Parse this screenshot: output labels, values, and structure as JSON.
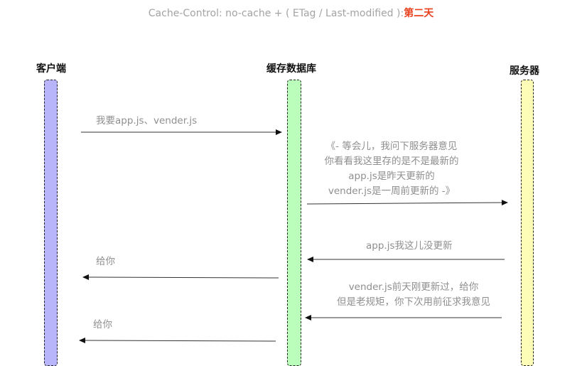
{
  "title": {
    "main": "Cache-Control: no-cache + ( ETag / Last-modified ):",
    "highlight": "第二天",
    "highlight_color": "#e8401c"
  },
  "actors": {
    "client": {
      "label": "客户端",
      "lane_color": "#b9b5fb"
    },
    "cache": {
      "label": "缓存数据库",
      "lane_color": "#bbfdbb"
    },
    "server": {
      "label": "服务器",
      "lane_color": "#fdfdb8"
    }
  },
  "messages": [
    {
      "id": "m1",
      "direction": "client-to-cache",
      "lines": [
        "我要app.js、vender.js"
      ]
    },
    {
      "id": "m2",
      "direction": "cache-to-server",
      "lines": [
        "《- 等会儿，我问下服务器意见",
        "你看看我这里存的是不是最新的",
        "app.js是昨天更新的",
        "vender.js是一周前更新的 -》"
      ]
    },
    {
      "id": "m3",
      "direction": "server-to-cache",
      "lines": [
        "app.js我这儿没更新"
      ]
    },
    {
      "id": "m4",
      "direction": "cache-to-client",
      "lines": [
        "给你"
      ]
    },
    {
      "id": "m5",
      "direction": "server-to-cache",
      "lines": [
        "vender.js前天刚更新过，给你",
        "但是老规矩，你下次用前征求我意见"
      ]
    },
    {
      "id": "m6",
      "direction": "cache-to-client",
      "lines": [
        "给你"
      ]
    }
  ]
}
